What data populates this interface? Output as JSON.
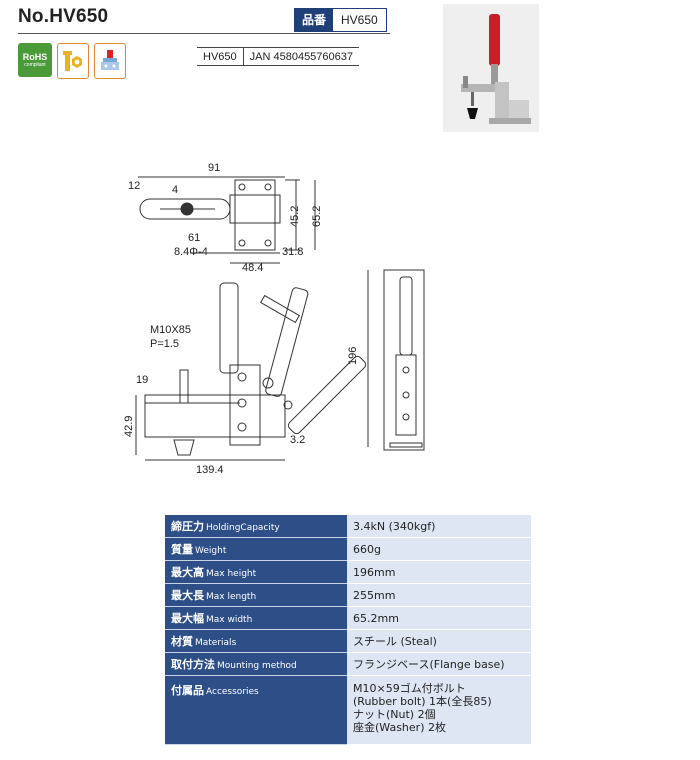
{
  "header": {
    "title": "No.HV650",
    "code_label": "品番",
    "code_value": "HV650"
  },
  "icons": {
    "rohs_main": "RoHS",
    "rohs_sub": "compliant",
    "names": [
      "rohs-icon",
      "bolt-nut-icon",
      "clamp-type-icon"
    ]
  },
  "jan": {
    "model": "HV650",
    "jan_code": "JAN 4580455760637"
  },
  "dimensions": {
    "d91": "91",
    "d12": "12",
    "d4": "4",
    "d61": "61",
    "d8_4": "8.4Φ-4",
    "d45_2": "45.2",
    "d65_2": "65.2",
    "d31_8": "31.8",
    "d48_4": "48.4",
    "m10": "M10X85",
    "pitch": "P=1.5",
    "d19": "19",
    "d196": "196",
    "d42_9": "42.9",
    "d3_2": "3.2",
    "d139_4": "139.4"
  },
  "specs": [
    {
      "jp": "締圧力",
      "en": "HoldingCapacity",
      "value": "3.4kN (340kgf)"
    },
    {
      "jp": "質量",
      "en": "Weight",
      "value": "660g"
    },
    {
      "jp": "最大高",
      "en": "Max height",
      "value": "196mm"
    },
    {
      "jp": "最大長",
      "en": "Max length",
      "value": "255mm"
    },
    {
      "jp": "最大幅",
      "en": "Max width",
      "value": "65.2mm"
    },
    {
      "jp": "材質",
      "en": "Materials",
      "value": "スチール (Steal)"
    },
    {
      "jp": "取付方法",
      "en": "Mounting method",
      "value": "フランジベース(Flange base)"
    },
    {
      "jp": "付属品",
      "en": "Accessories",
      "lines": [
        "M10×59ゴム付ボルト",
        "(Rubber bolt) 1本(全長85)",
        "ナット(Nut) 2個",
        "座金(Washer) 2枚"
      ]
    }
  ],
  "colors": {
    "spec_label_bg": "#2d4e87",
    "spec_value_bg": "#dde6f2",
    "handle_red": "#c8202a",
    "rohs_green": "#4a9a3a",
    "icon_orange": "#e0882d"
  }
}
